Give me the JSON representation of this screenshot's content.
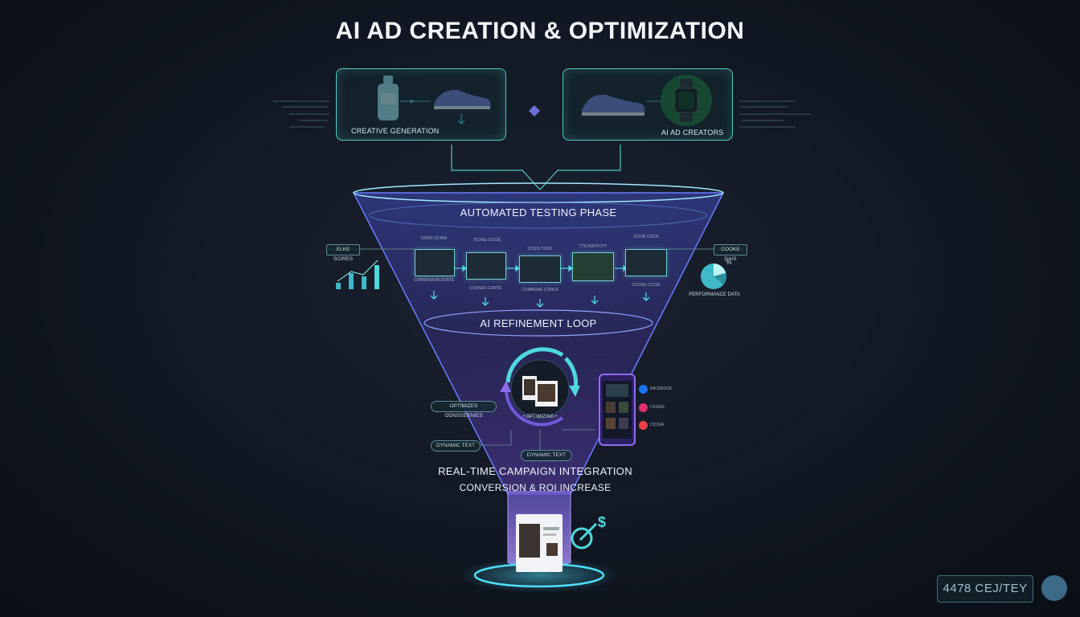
{
  "title": "AI AD CREATION & OPTIMIZATION",
  "top_boxes": {
    "left_label": "CREATIVE GENERATION",
    "right_label": "AI AD CREATORS"
  },
  "funnel": {
    "stage1": "AUTOMATED TESTING PHASE",
    "stage2": "AI REFINEMENT LOOP",
    "stage3_line1": "REAL-TIME CAMPAIGN INTEGRATION",
    "stage3_line2": "CONVERSION & ROI INCREASE"
  },
  "side": {
    "left_tag": "ELKE SCIRES",
    "right_tag": "COOKE DAIS",
    "right_caption": "PERFORMANCE DATA",
    "pie_label": "%"
  },
  "variants": [
    {
      "top": "COOR OCIRR",
      "bottom": "COMMUNION DOATE"
    },
    {
      "top": "TICING COCIE",
      "bottom": "COONER CORTE"
    },
    {
      "top": "COSIS TOOK",
      "bottom": "COMMUNE CONCE"
    },
    {
      "top": "TTICHASTOTY",
      "bottom": ""
    },
    {
      "top": "COOR COCR",
      "bottom": "COODS COCIE"
    }
  ],
  "loop": {
    "left_tag": "OPTIMIZES ODNSSERNIES",
    "bottom_tag": "DYNAMIC TEXT",
    "center_tag": "DYNAMIC TEXT",
    "arc_text": "• OPTIMIZING •"
  },
  "social": [
    {
      "icon": "facebook-icon",
      "label": "FACEBOOK",
      "color": "#1877f2"
    },
    {
      "icon": "instagram-icon",
      "label": "CIOGIG",
      "color": "#e1306c"
    },
    {
      "icon": "tiktok-icon",
      "label": "CICIGA",
      "color": "#ef3d4b"
    }
  ],
  "badge": {
    "text": "4478 CEJ/TEY"
  },
  "colors": {
    "accent": "#4fd8e0",
    "funnel_edge": "#6a7cff",
    "funnel_fill": "#3a2f8a",
    "purple": "#8e6cf0"
  }
}
